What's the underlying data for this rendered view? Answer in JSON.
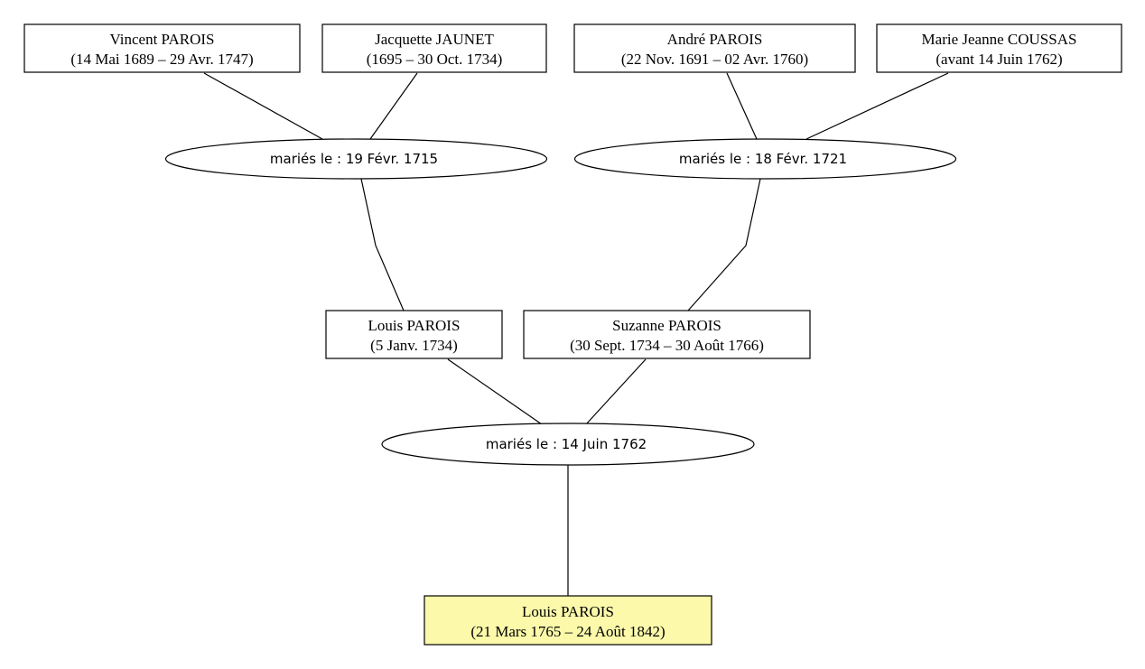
{
  "colors": {
    "highlight_fill": "#fcfaaa",
    "box_stroke": "#000000",
    "background": "#ffffff"
  },
  "persons": {
    "vincent": {
      "name": "Vincent PAROIS",
      "dates": "(14 Mai 1689 – 29 Avr. 1747)"
    },
    "jacquette": {
      "name": "Jacquette JAUNET",
      "dates": "(1695 – 30 Oct. 1734)"
    },
    "andre": {
      "name": "André PAROIS",
      "dates": "(22 Nov. 1691 – 02 Avr. 1760)"
    },
    "marie_jeanne": {
      "name": "Marie Jeanne COUSSAS",
      "dates": "(avant 14 Juin 1762)"
    },
    "louis_father": {
      "name": "Louis PAROIS",
      "dates": "(5 Janv. 1734)"
    },
    "suzanne": {
      "name": "Suzanne PAROIS",
      "dates": "(30 Sept. 1734 – 30 Août 1766)"
    },
    "louis_root": {
      "name": "Louis PAROIS",
      "dates": "(21 Mars 1765 – 24 Août 1842)"
    }
  },
  "unions": {
    "union_1715": {
      "label": "mariés le : 19 Févr. 1715"
    },
    "union_1721": {
      "label": "mariés le : 18 Févr. 1721"
    },
    "union_1762": {
      "label": "mariés le : 14 Juin 1762"
    }
  }
}
